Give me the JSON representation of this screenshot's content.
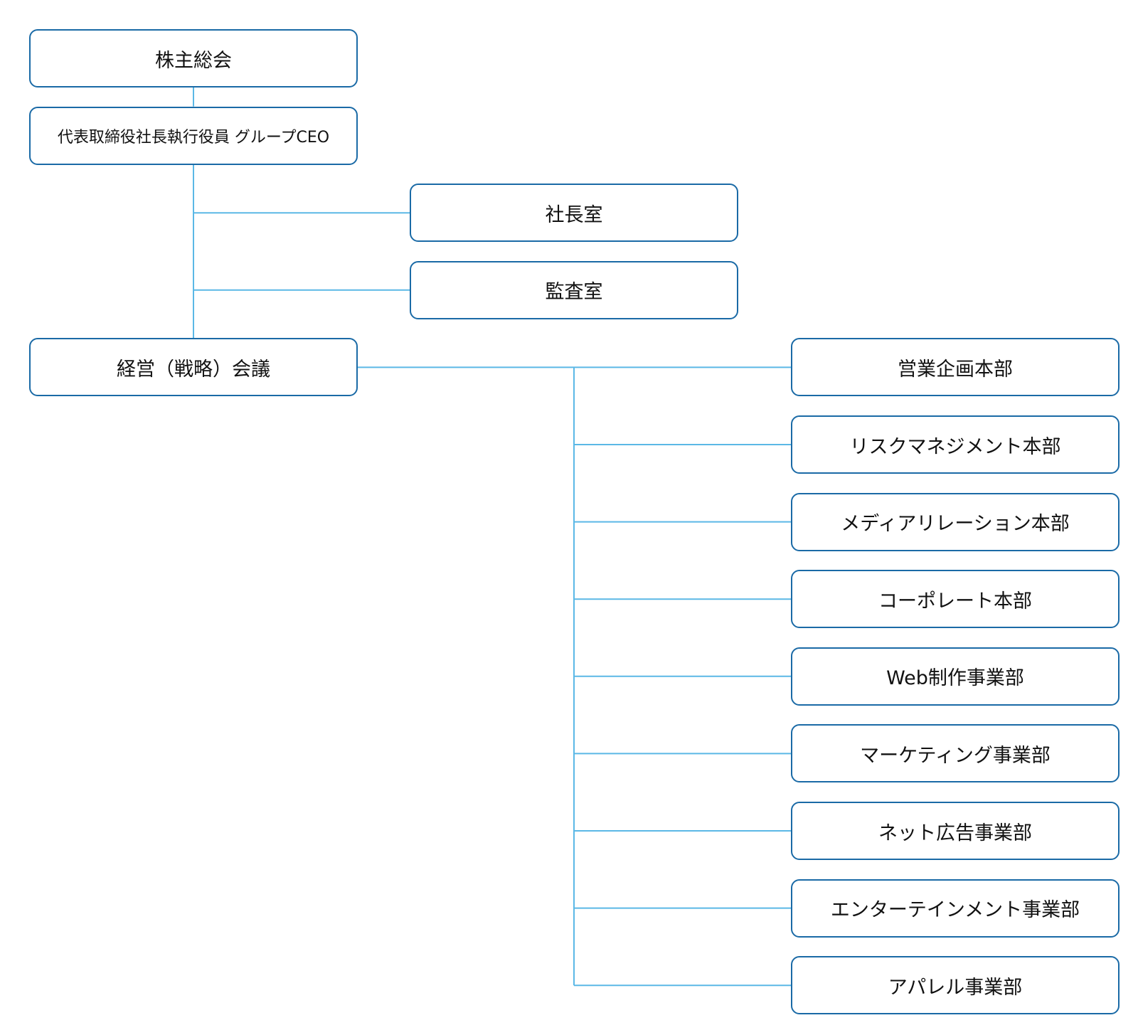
{
  "colors": {
    "box_border": "#1a6aa6",
    "connector": "#5bb8e6",
    "text": "#111111",
    "background": "#ffffff"
  },
  "org": {
    "shareholders": "株主総会",
    "ceo": "代表取締役社長執行役員 グループCEO",
    "staff": [
      "社長室",
      "監査室"
    ],
    "management_meeting": "経営（戦略）会議",
    "divisions": [
      "営業企画本部",
      "リスクマネジメント本部",
      "メディアリレーション本部",
      "コーポレート本部",
      "Web制作事業部",
      "マーケティング事業部",
      "ネット広告事業部",
      "エンターテインメント事業部",
      "アパレル事業部"
    ]
  }
}
